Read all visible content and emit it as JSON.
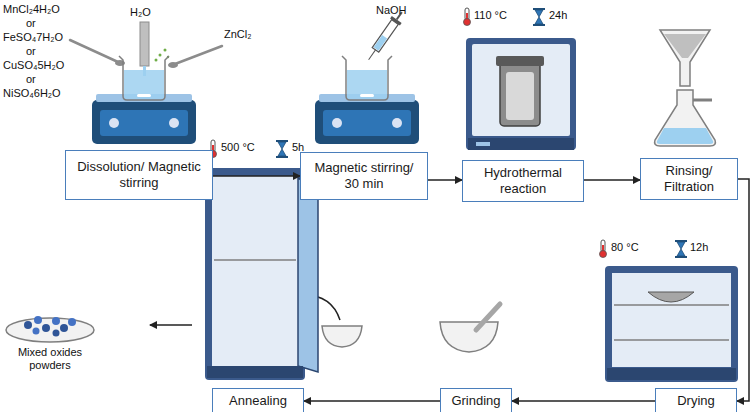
{
  "diagram": {
    "nodes": [
      {
        "text": [
          "Dissolution/ Magnetic stirring"
        ]
      },
      {
        "text": [
          "Magnetic stirring/ 30 min"
        ]
      },
      {
        "text": [
          "Hydrothermal reaction"
        ]
      },
      {
        "text": [
          "Rinsing/ Filtration"
        ]
      },
      {
        "text": [
          "Drying"
        ]
      },
      {
        "text": [
          "Grinding"
        ]
      },
      {
        "text": [
          "Annealing"
        ]
      }
    ],
    "edges": [
      {
        "from": 0,
        "to": 1,
        "arrow": "to"
      },
      {
        "from": 1,
        "to": 2,
        "arrow": "to"
      },
      {
        "from": 2,
        "to": 3,
        "arrow": "to"
      },
      {
        "from": 3,
        "to": 4,
        "arrow": "to"
      },
      {
        "from": 4,
        "to": 5,
        "arrow": "to"
      },
      {
        "from": 5,
        "to": 6,
        "arrow": "to"
      }
    ],
    "labels": [
      "MnCl₂4H₂O",
      "or",
      "FeSO₄7H₂O",
      "or",
      "CuSO₄5H₂O",
      "or",
      "NiSO₄6H₂O",
      "H₂O",
      "ZnCl₂",
      "NaOH",
      "110 °C",
      "24h",
      "80 °C",
      "12h",
      "500 °C",
      "5h",
      "Mixed oxides powders"
    ]
  }
}
